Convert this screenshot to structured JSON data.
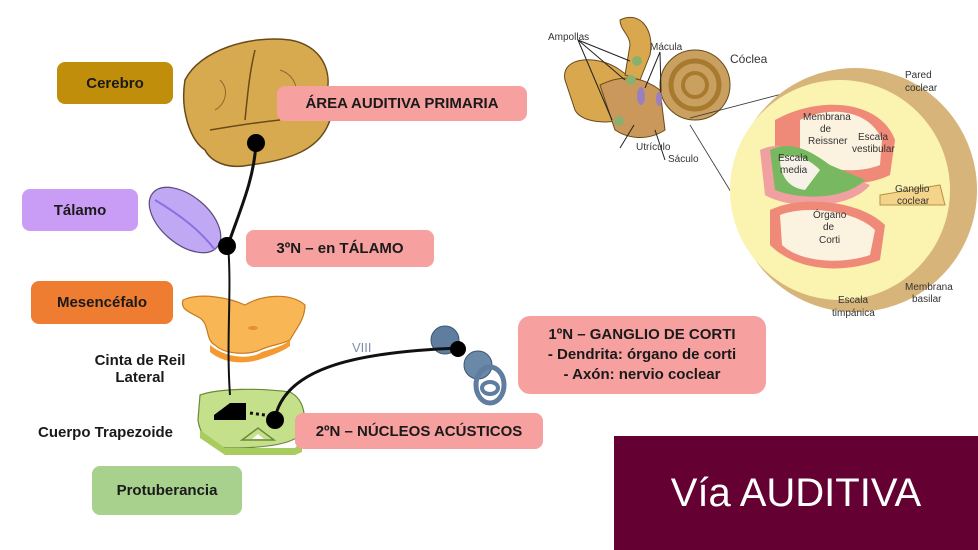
{
  "structures": {
    "cerebro": "Cerebro",
    "talamo": "Tálamo",
    "mesencefalo": "Mesencéfalo",
    "cinta_reil": [
      "Cinta de Reil",
      "Lateral"
    ],
    "cuerpo_trapezoide": "Cuerpo Trapezoide",
    "protuberancia": "Protuberancia"
  },
  "neurons": {
    "area_auditiva": "ÁREA AUDITIVA PRIMARIA",
    "tercera": "3ºN – en TÁLAMO",
    "segunda": "2ºN – NÚCLEOS ACÚSTICOS",
    "primera": {
      "line1": "1ºN – GANGLIO DE CORTI",
      "line2": "- Dendrita: órgano de corti",
      "line3": "- Axón: nervio coclear"
    }
  },
  "nerve_label": "VIII",
  "inner_ear": {
    "ampollas": "Ampollas",
    "macula": "Mácula",
    "coclea": "Cóclea",
    "utriculo": "Utrículo",
    "saculo": "Sáculo"
  },
  "cochlea_section": {
    "pared": [
      "Pared",
      "coclear"
    ],
    "reissner": [
      "Membrana",
      "de",
      "Reissner"
    ],
    "vestibular": [
      "Escala",
      "vestibular"
    ],
    "media": [
      "Escala",
      "media"
    ],
    "ganglio": [
      "Ganglio",
      "coclear"
    ],
    "organo": [
      "Órgano",
      "de",
      "Corti"
    ],
    "timpanica": [
      "Escala",
      "timpánica"
    ],
    "basilar": [
      "Membrana",
      "basilar"
    ]
  },
  "title": "Vía AUDITIVA",
  "colors": {
    "cerebro": "#c08e0a",
    "talamo": "#c99cf5",
    "mesencefalo": "#ee7d31",
    "protuberancia": "#a9d18e",
    "neuron_box": "#f7a0a0",
    "title_bg": "#650033"
  }
}
